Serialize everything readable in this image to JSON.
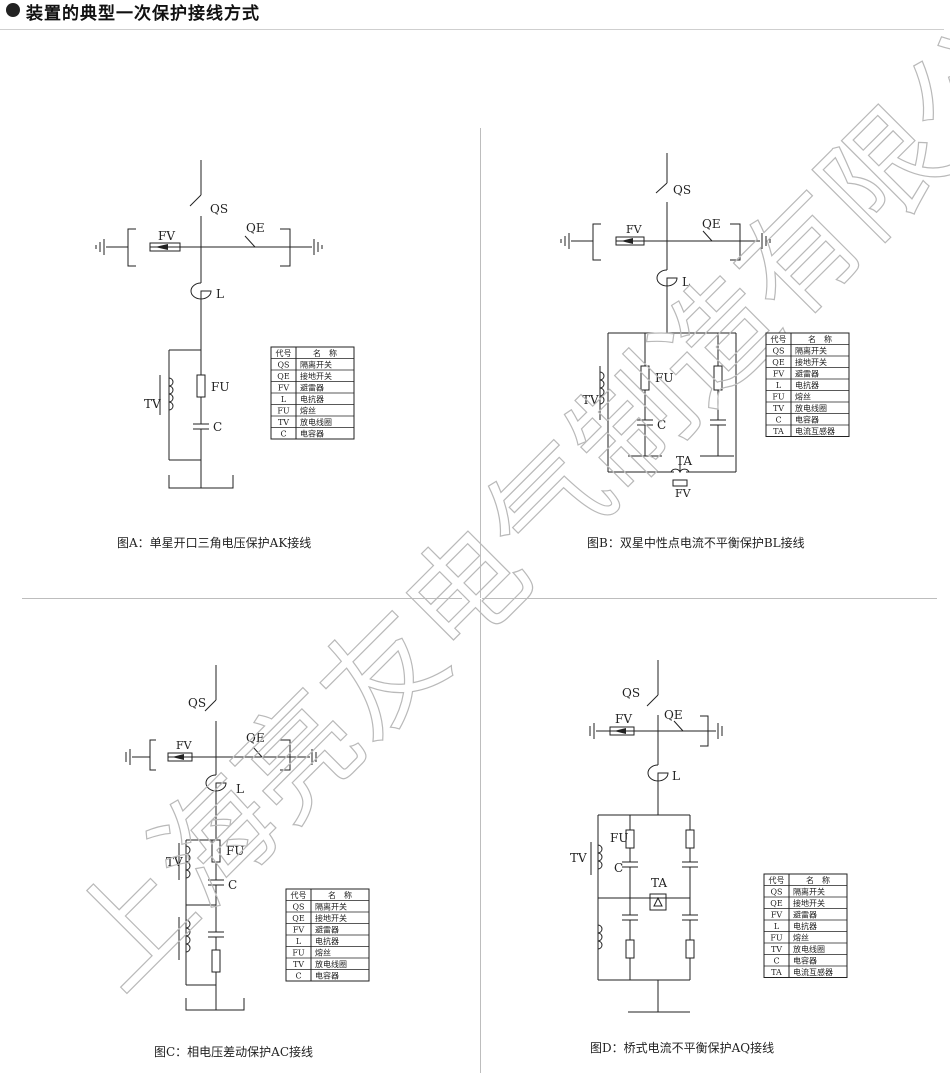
{
  "header": {
    "title": "装置的典型一次保护接线方式"
  },
  "legend_header": {
    "code": "代号",
    "name": "名　称"
  },
  "legends": {
    "A": [
      [
        "QS",
        "隔离开关"
      ],
      [
        "QE",
        "接地开关"
      ],
      [
        "FV",
        "避雷器"
      ],
      [
        "L",
        "电抗器"
      ],
      [
        "FU",
        "熔丝"
      ],
      [
        "TV",
        "放电线圈"
      ],
      [
        "C",
        "电容器"
      ]
    ],
    "B": [
      [
        "QS",
        "隔离开关"
      ],
      [
        "QE",
        "接地开关"
      ],
      [
        "FV",
        "避雷器"
      ],
      [
        "L",
        "电抗器"
      ],
      [
        "FU",
        "熔丝"
      ],
      [
        "TV",
        "放电线圈"
      ],
      [
        "C",
        "电容器"
      ],
      [
        "TA",
        "电流互感器"
      ]
    ],
    "C": [
      [
        "QS",
        "隔离开关"
      ],
      [
        "QE",
        "接地开关"
      ],
      [
        "FV",
        "避雷器"
      ],
      [
        "L",
        "电抗器"
      ],
      [
        "FU",
        "熔丝"
      ],
      [
        "TV",
        "放电线圈"
      ],
      [
        "C",
        "电容器"
      ]
    ],
    "D": [
      [
        "QS",
        "隔离开关"
      ],
      [
        "QE",
        "接地开关"
      ],
      [
        "FV",
        "避雷器"
      ],
      [
        "L",
        "电抗器"
      ],
      [
        "FU",
        "熔丝"
      ],
      [
        "TV",
        "放电线圈"
      ],
      [
        "C",
        "电容器"
      ],
      [
        "TA",
        "电流互感器"
      ]
    ]
  },
  "captions": {
    "A": "图A：单星开口三角电压保护AK接线",
    "B": "图B：双星中性点电流不平衡保护BL接线",
    "C": "图C：相电压差动保护AC接线",
    "D": "图D：桥式电流不平衡保护AQ接线"
  },
  "labels": {
    "QS": "QS",
    "QE": "QE",
    "FV": "FV",
    "L": "L",
    "FU": "FU",
    "TV": "TV",
    "C": "C",
    "TA": "TA"
  },
  "watermark": "上海亮友电气制造有限公司"
}
